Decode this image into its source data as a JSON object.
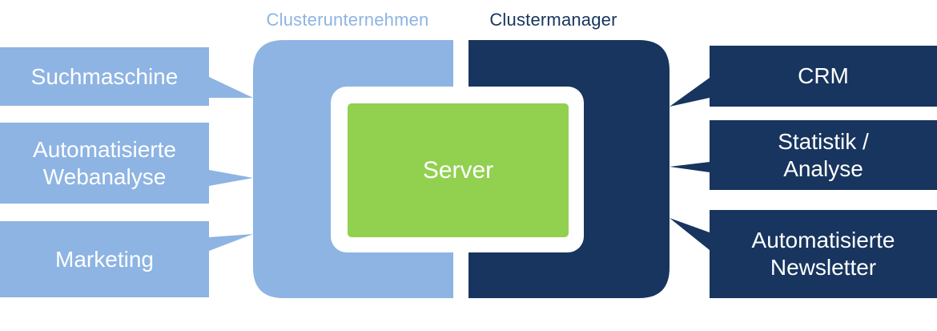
{
  "colors": {
    "light_blue": "#8db4e3",
    "dark_navy": "#17355e",
    "server_green": "#92d050",
    "white": "#ffffff"
  },
  "headers": {
    "left": "Clusterunternehmen",
    "right": "Clustermanager"
  },
  "center": {
    "label": "Server"
  },
  "left_items": [
    {
      "label": "Suchmaschine"
    },
    {
      "label": "Automatisierte\nWebanalyse"
    },
    {
      "label": "Marketing"
    }
  ],
  "right_items": [
    {
      "label": "CRM"
    },
    {
      "label": "Statistik /\nAnalyse"
    },
    {
      "label": "Automatisierte\nNewsletter"
    }
  ]
}
